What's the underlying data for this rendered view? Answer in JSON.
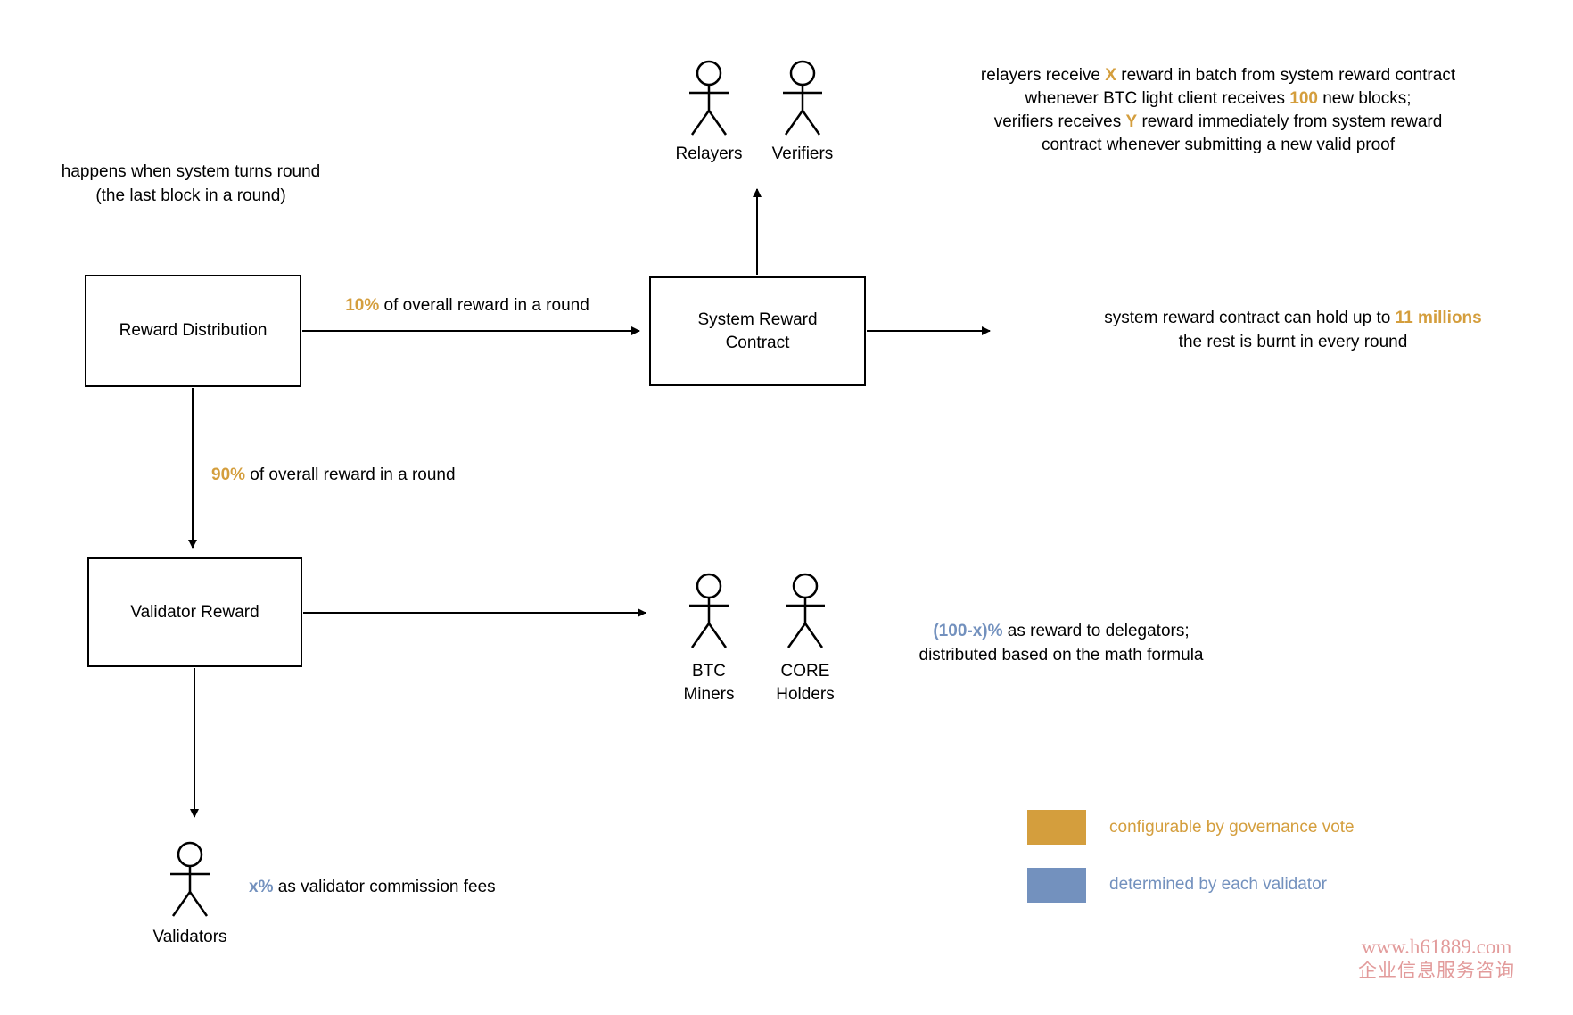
{
  "colors": {
    "gold": "#D49E3D",
    "blue": "#7391BE",
    "watermark": "#DC8383",
    "ink": "#000000"
  },
  "notes": {
    "round_trigger": {
      "line1": "happens when system turns round",
      "line2": "(the last block in a round)"
    },
    "relayer_verifier_reward": {
      "l1_pre": "relayers receive ",
      "l1_hl": "X",
      "l1_post": " reward in batch from system reward contract",
      "l2_pre": "whenever BTC light client receives ",
      "l2_hl": "100",
      "l2_post": " new blocks;",
      "l3_pre": "verifiers receives ",
      "l3_hl": "Y",
      "l3_post": " reward immediately from system reward",
      "l4": "contract whenever submitting a new valid proof"
    },
    "burn": {
      "l1_pre": "system reward contract can hold up to ",
      "l1_hl": "11 millions",
      "l2": "the rest is burnt in every round"
    },
    "delegator": {
      "l1_hl": "(100-x)%",
      "l1_post": " as reward to delegators;",
      "l2": "distributed based on the math formula"
    },
    "commission": {
      "hl": "x%",
      "post": " as validator commission fees"
    }
  },
  "edges": {
    "to_system_reward": {
      "hl": "10%",
      "post": " of overall reward in a round"
    },
    "to_validator_reward": {
      "hl": "90%",
      "post": " of overall reward in a round"
    }
  },
  "boxes": {
    "reward_distribution": {
      "label": "Reward Distribution"
    },
    "system_reward_contract": {
      "line1": "System Reward",
      "line2": "Contract"
    },
    "validator_reward": {
      "label": "Validator Reward"
    }
  },
  "actors": {
    "relayers": {
      "label": "Relayers"
    },
    "verifiers": {
      "label": "Verifiers"
    },
    "btc_miners": {
      "line1": "BTC",
      "line2": "Miners"
    },
    "core_holders": {
      "line1": "CORE",
      "line2": "Holders"
    },
    "validators": {
      "label": "Validators"
    }
  },
  "legend": {
    "items": [
      {
        "label": "configurable by governance vote",
        "color": "#D49E3D"
      },
      {
        "label": "determined by each validator",
        "color": "#7391BE"
      }
    ]
  },
  "watermark": {
    "line1": "www.h61889.com",
    "line2": "企业信息服务咨询"
  }
}
